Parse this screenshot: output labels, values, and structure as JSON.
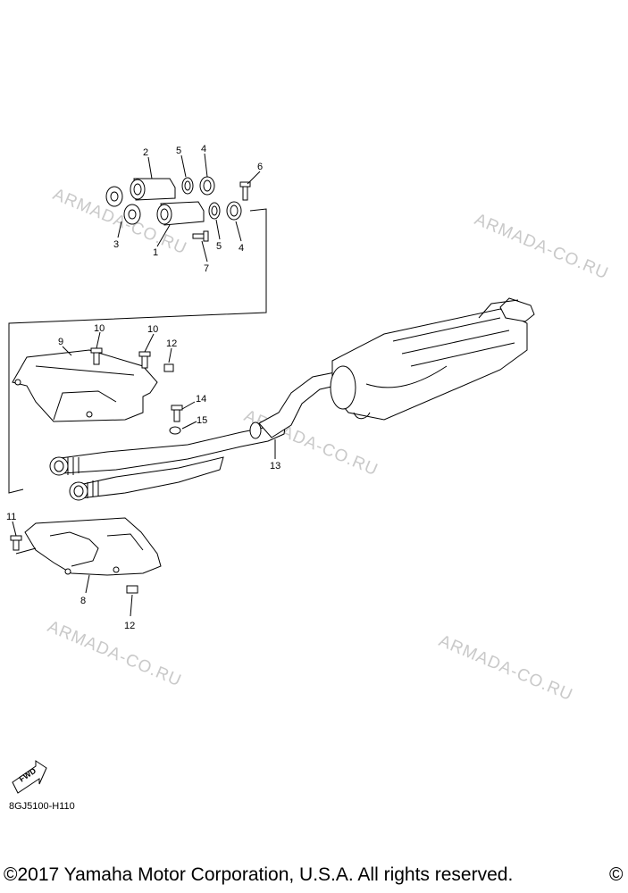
{
  "diagram": {
    "callouts": [
      {
        "id": "c2",
        "label": "2"
      },
      {
        "id": "c5a",
        "label": "5"
      },
      {
        "id": "c4a",
        "label": "4"
      },
      {
        "id": "c6",
        "label": "6"
      },
      {
        "id": "c3",
        "label": "3"
      },
      {
        "id": "c1",
        "label": "1"
      },
      {
        "id": "c5b",
        "label": "5"
      },
      {
        "id": "c4b",
        "label": "4"
      },
      {
        "id": "c7",
        "label": "7"
      },
      {
        "id": "c9",
        "label": "9"
      },
      {
        "id": "c10a",
        "label": "10"
      },
      {
        "id": "c10b",
        "label": "10"
      },
      {
        "id": "c12a",
        "label": "12"
      },
      {
        "id": "c14",
        "label": "14"
      },
      {
        "id": "c15",
        "label": "15"
      },
      {
        "id": "c13",
        "label": "13"
      },
      {
        "id": "c11",
        "label": "11"
      },
      {
        "id": "c8",
        "label": "8"
      },
      {
        "id": "c12b",
        "label": "12"
      }
    ],
    "watermark": "ARMADA-CO.RU",
    "fwd_label": "FWD",
    "diagram_code": "8GJ5100-H110"
  },
  "footer": {
    "copyright": "©2017 Yamaha Motor Corporation, U.S.A. All rights reserved.",
    "copyright_mark": "©"
  }
}
